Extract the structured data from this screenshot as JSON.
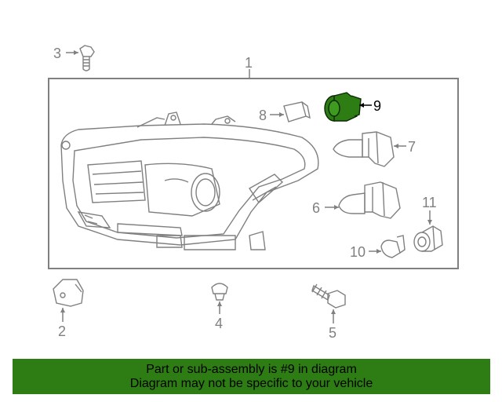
{
  "diagram": {
    "callouts": {
      "c1": "1",
      "c2": "2",
      "c3": "3",
      "c4": "4",
      "c5": "5",
      "c6": "6",
      "c7": "7",
      "c8": "8",
      "c9": "9",
      "c10": "10",
      "c11": "11"
    },
    "highlight_part": "9",
    "colors": {
      "line": "#808080",
      "highlight_fill": "#2e7d14",
      "highlight_stroke": "#0b2a05",
      "banner_bg": "#2e7d14"
    }
  },
  "banner": {
    "line1": "Part or sub-assembly is #9 in diagram",
    "line2": "Diagram may not be specific to your vehicle"
  }
}
